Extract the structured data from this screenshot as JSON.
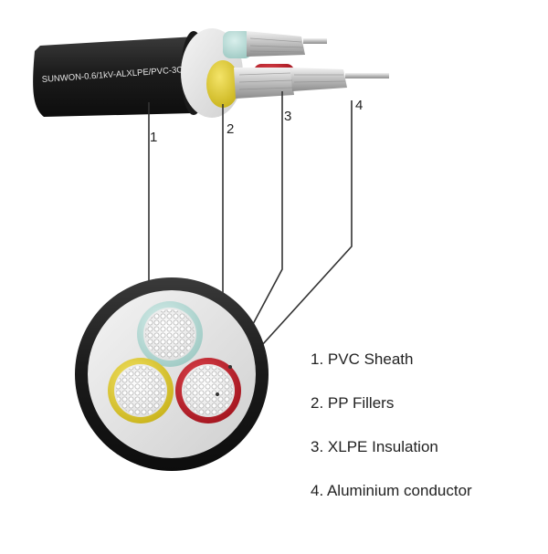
{
  "cable_print": "SUNWON-0.6/1kV-ALXLPE/PVC-3C",
  "callouts": [
    {
      "number": "1"
    },
    {
      "number": "2"
    },
    {
      "number": "3"
    },
    {
      "number": "4"
    }
  ],
  "legend": [
    {
      "text": "1. PVC Sheath"
    },
    {
      "text": "2. PP Fillers"
    },
    {
      "text": "3. XLPE Insulation"
    },
    {
      "text": "4. Aluminium conductor"
    }
  ],
  "colors": {
    "sheath": "#1f1f1f",
    "filler": "#e8e8e8",
    "core_light_blue": "#bfe0dc",
    "core_yellow": "#e8d22c",
    "core_red": "#c8202c",
    "conductor": "#d0d0d0"
  }
}
